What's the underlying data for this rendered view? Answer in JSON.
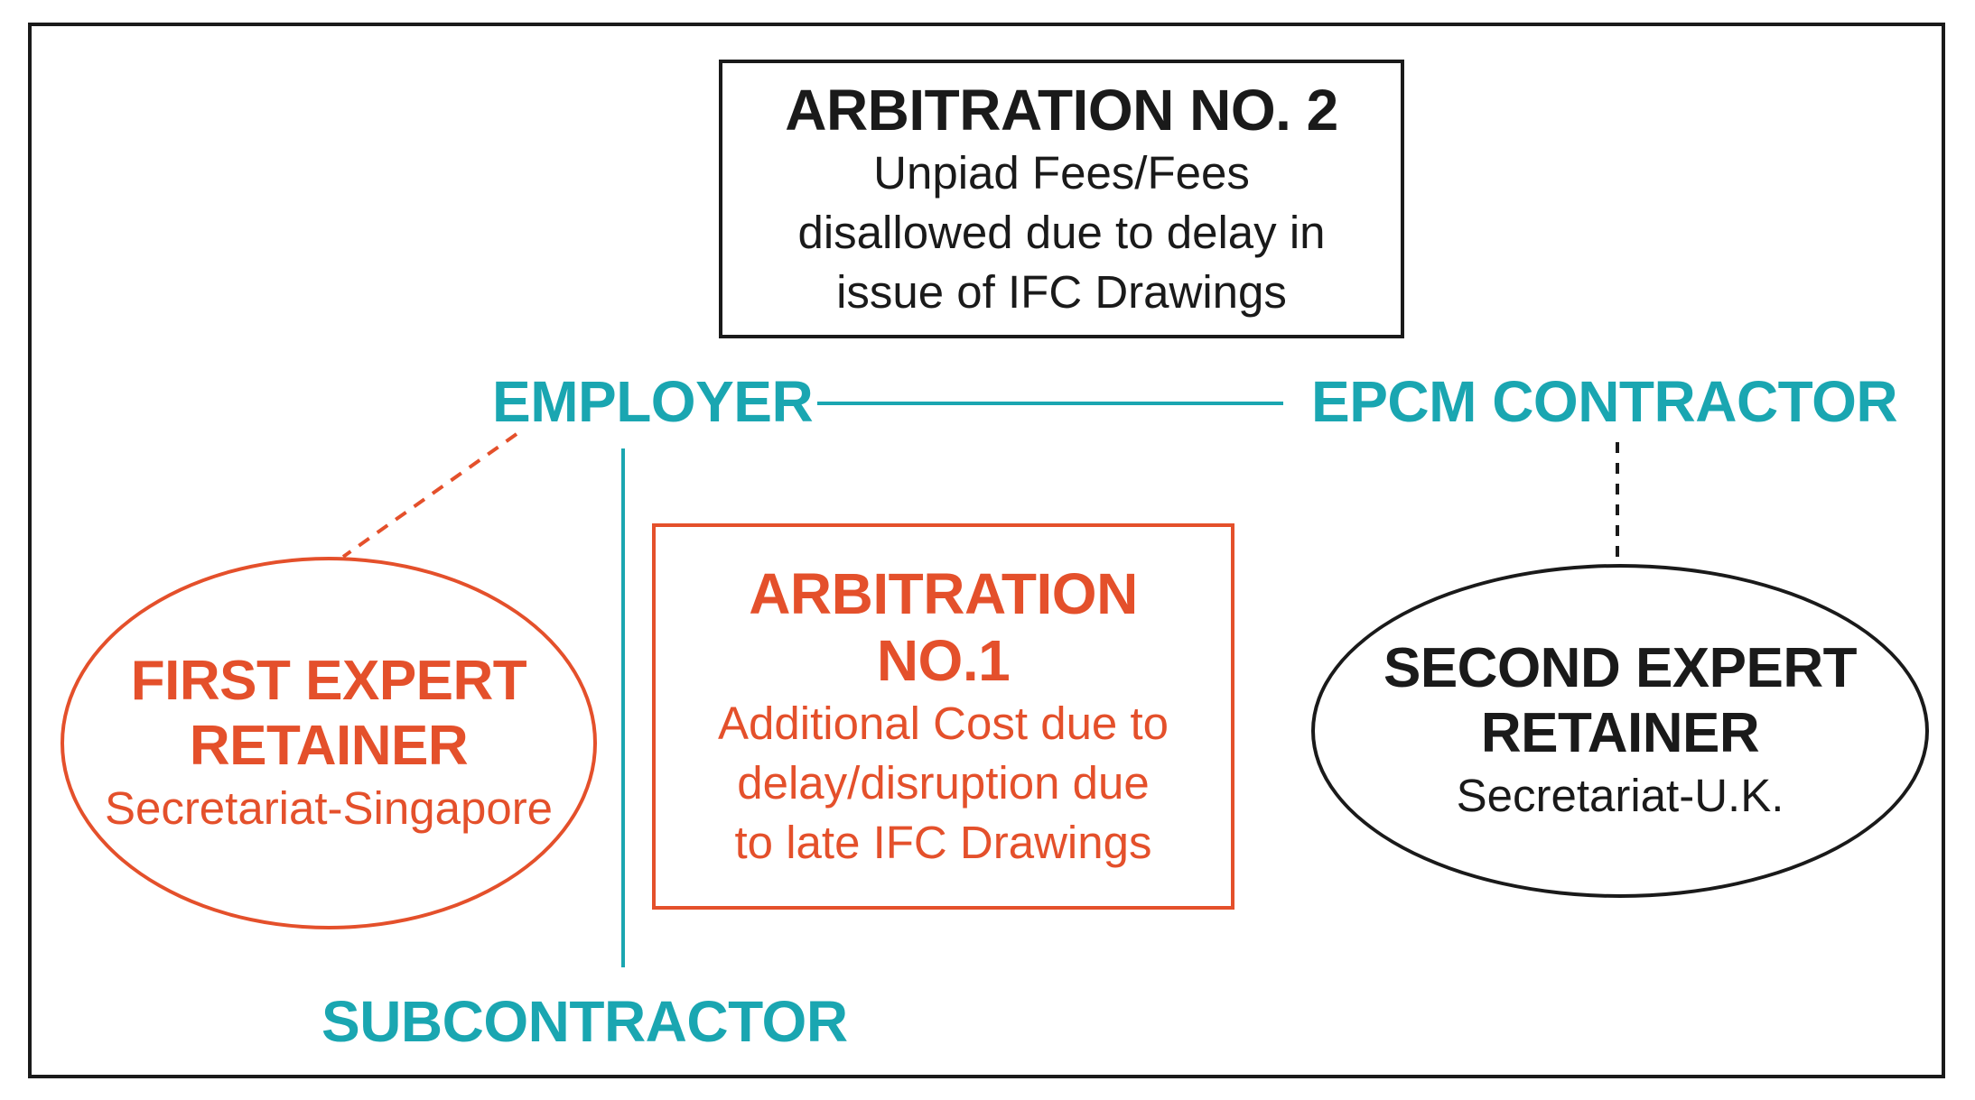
{
  "arbitration_2": {
    "title": "ARBITRATION NO. 2",
    "description_lines": [
      "Unpiad Fees/Fees",
      "disallowed due to delay in",
      "issue of IFC Drawings"
    ]
  },
  "arbitration_1": {
    "title_lines": [
      "ARBITRATION",
      "NO.1"
    ],
    "description_lines": [
      "Additional Cost due to",
      "delay/disruption due",
      "to late IFC Drawings"
    ]
  },
  "parties": {
    "employer": "EMPLOYER",
    "epcm_contractor": "EPCM CONTRACTOR",
    "subcontractor": "SUBCONTRACTOR"
  },
  "first_expert": {
    "title_lines": [
      "FIRST EXPERT",
      "RETAINER"
    ],
    "subtitle": "Secretariat-Singapore"
  },
  "second_expert": {
    "title_lines": [
      "SECOND EXPERT",
      "RETAINER"
    ],
    "subtitle": "Secretariat-U.K."
  },
  "colors": {
    "teal": "#1aa6b1",
    "orange": "#e4502b",
    "black": "#1a1a1a"
  }
}
